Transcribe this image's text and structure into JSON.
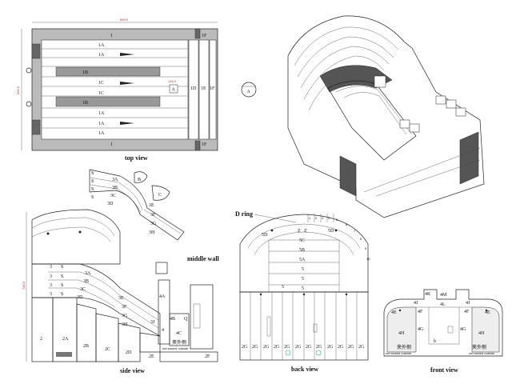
{
  "top_view": {
    "caption": "top view",
    "width_dim": "800.0",
    "height_dim": "600.0",
    "offset_dim": "145.0",
    "rows": [
      "1",
      "1A",
      "1A",
      "1B",
      "1C",
      "1C",
      "1B",
      "1A",
      "1A",
      "1A",
      "1"
    ],
    "right_cols": [
      "1D",
      "1E",
      "1F"
    ],
    "top_right": "1F",
    "bottom_right": "1F",
    "marker": "A"
  },
  "detail": {
    "marker": "A"
  },
  "side_view": {
    "caption": "side view",
    "height_dim": "700.0",
    "middle_wall": "middle wall",
    "upper_labels": [
      "S",
      "3A",
      "S",
      "3B",
      "S",
      "3C",
      "S",
      "3D",
      "B",
      "C",
      "3E",
      "3F",
      "3G",
      "3H"
    ],
    "lower_labels": [
      "3",
      "S",
      "3",
      "S",
      "3",
      "S",
      "3",
      "S",
      "3A",
      "3B",
      "3C",
      "3D",
      "3E",
      "3F",
      "3G",
      "3H",
      "3J"
    ],
    "base_labels": [
      "2",
      "2A",
      "2B",
      "2C",
      "2D",
      "2E",
      "2F"
    ],
    "tower_labels": [
      "4A",
      "4B",
      "Q",
      "4C",
      "4"
    ],
    "note_cn": "夹外侧",
    "note_en": "net sewed outside"
  },
  "back_view": {
    "caption": "back view",
    "d_ring": "D ring",
    "arch_labels": [
      "5D",
      "Z",
      "Z",
      "5D",
      "5C",
      "5B",
      "5A",
      "5",
      "5",
      "5",
      "5"
    ],
    "number_labels": [
      "1",
      "2",
      "3",
      "4",
      "5",
      "6",
      "7",
      "8",
      "9",
      "10"
    ],
    "base_labels": [
      "2G",
      "2G",
      "2G",
      "2G",
      "2G",
      "2G",
      "2G",
      "2G",
      "2G",
      "2G",
      "2G",
      "2G"
    ]
  },
  "front_view": {
    "caption": "front view",
    "labels": [
      "4K",
      "4M",
      "4J",
      "4J",
      "4L",
      "4F",
      "4F",
      "4E",
      "4E",
      "4H",
      "4H",
      "4G",
      "4G",
      "b"
    ],
    "note_cn_left": "夹外侧",
    "note_cn_right": "夹外侧",
    "note_en_left": "net sewed outside",
    "note_en_right": "net sewed outside"
  }
}
